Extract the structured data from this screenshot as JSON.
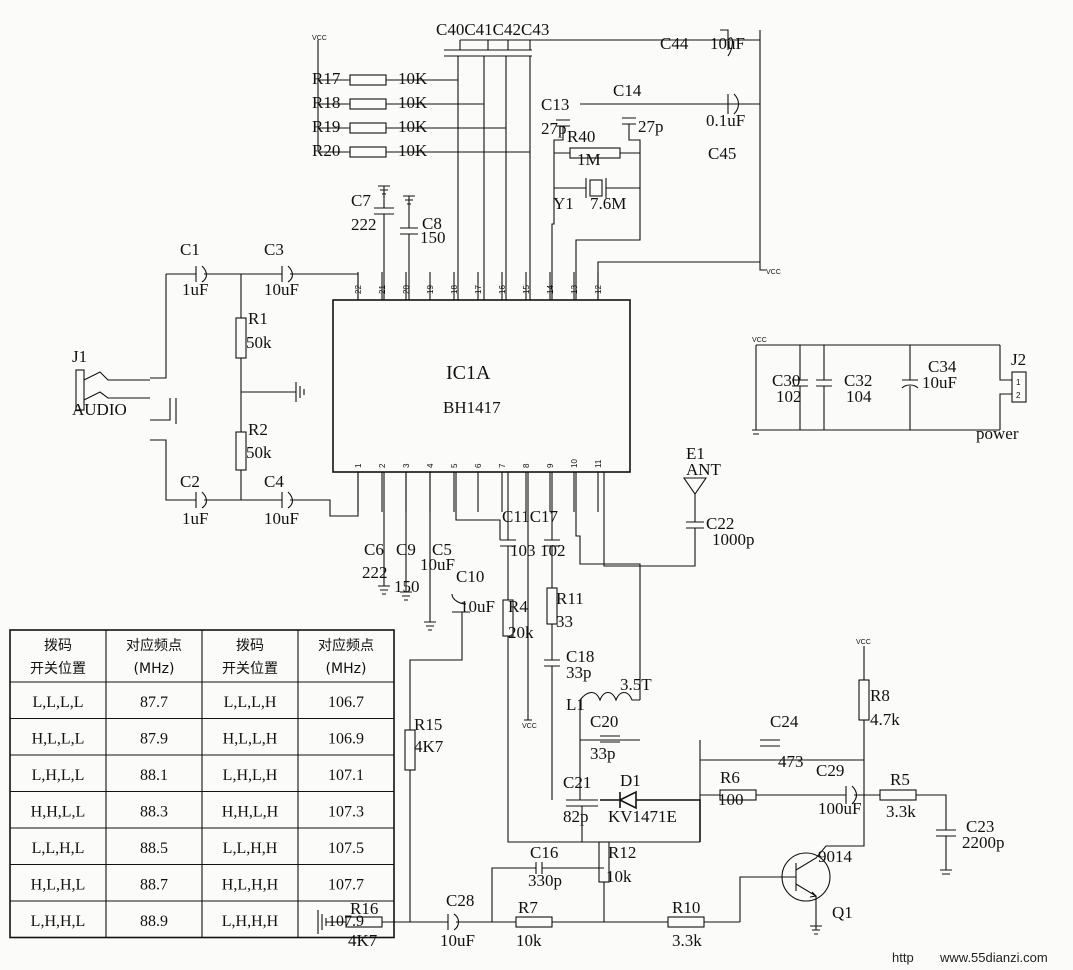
{
  "ic": {
    "name": "IC1A",
    "part": "BH1417",
    "pins_top": [
      "22",
      "21",
      "20",
      "19",
      "18",
      "17",
      "16",
      "15",
      "14",
      "13",
      "12"
    ],
    "pins_bottom": [
      "1",
      "2",
      "3",
      "4",
      "5",
      "6",
      "7",
      "8",
      "9",
      "10",
      "11"
    ]
  },
  "labels": {
    "r17": "R17",
    "r18": "R18",
    "r19": "R19",
    "r20": "R20",
    "r_pullup": "10K",
    "c40_43": "C40C41C42C43",
    "c44": "C44",
    "c44_val": "10uF",
    "c13": "C13",
    "c13_val": "27p",
    "c14": "C14",
    "c14_val": "27p",
    "c45_val": "0.1uF",
    "c45": "C45",
    "r40": "R40",
    "r40_val": "1M",
    "y1": "Y1",
    "y1_val": "7.6M",
    "c7": "C7",
    "c7_val": "222",
    "c8": "C8",
    "c8_val": "150",
    "c1": "C1",
    "c1_val": "1uF",
    "c3": "C3",
    "c3_val": "10uF",
    "r1": "R1",
    "r1_val": "50k",
    "r2": "R2",
    "r2_val": "50k",
    "c2": "C2",
    "c2_val": "1uF",
    "c4": "C4",
    "c4_val": "10uF",
    "j1": "J1",
    "j1_name": "AUDIO",
    "c30": "C30",
    "c30_val": "102",
    "c32": "C32",
    "c32_val": "104",
    "c34": "C34",
    "c34_val": "10uF",
    "j2": "J2",
    "j2_name": "power",
    "j2_p1": "1",
    "j2_p2": "2",
    "e1": "E1",
    "e1_name": "ANT",
    "c22": "C22",
    "c22_val": "1000p",
    "c6": "C6",
    "c6_val": "222",
    "c9": "C9",
    "c9_val": "150",
    "c5": "C5",
    "c5_val": "10uF",
    "c10": "C10",
    "c10_val": "10uF",
    "c11_17": "C11C17",
    "c11_val": "103",
    "c17_val": "102",
    "r4": "R4",
    "r4_val": "20k",
    "r11": "R11",
    "r11_val": "33",
    "c18": "C18",
    "c18_val": "33p",
    "l1": "L1",
    "l1_val": "3.5T",
    "c20": "C20",
    "c20_val": "33p",
    "c21": "C21",
    "c21_val": "82p",
    "d1": "D1",
    "d1_val": "KV1471E",
    "r15": "R15",
    "r15_val": "4K7",
    "c24": "C24",
    "c24_val": "473",
    "r6": "R6",
    "r6_val": "100",
    "c29": "C29",
    "c29_val": "100uF",
    "r5": "R5",
    "r5_val": "3.3k",
    "c23": "C23",
    "c23_val": "2200p",
    "r8": "R8",
    "r8_val": "4.7k",
    "q1": "Q1",
    "q1_val": "9014",
    "c16": "C16",
    "c16_val": "330p",
    "r12": "R12",
    "r12_val": "10k",
    "r16": "R16",
    "r16_val": "4K7",
    "c28": "C28",
    "c28_val": "10uF",
    "r7": "R7",
    "r7_val": "10k",
    "r10": "R10",
    "r10_val": "3.3k",
    "vcc": "VCC"
  },
  "table": {
    "headers": [
      [
        "拨码",
        "开关位置"
      ],
      [
        "对应频点",
        "(MHz)"
      ],
      [
        "拨码",
        "开关位置"
      ],
      [
        "对应频点",
        "(MHz)"
      ]
    ],
    "rows": [
      [
        "L,L,L,L",
        "87.7",
        "L,L,L,H",
        "106.7"
      ],
      [
        "H,L,L,L",
        "87.9",
        "H,L,L,H",
        "106.9"
      ],
      [
        "L,H,L,L",
        "88.1",
        "L,H,L,H",
        "107.1"
      ],
      [
        "H,H,L,L",
        "88.3",
        "H,H,L,H",
        "107.3"
      ],
      [
        "L,L,H,L",
        "88.5",
        "L,L,H,H",
        "107.5"
      ],
      [
        "H,L,H,L",
        "88.7",
        "H,L,H,H",
        "107.7"
      ],
      [
        "L,H,H,L",
        "88.9",
        "L,H,H,H",
        "107.9"
      ]
    ]
  },
  "watermark": {
    "prefix": "http",
    "site": "www.55dianzi.com"
  }
}
